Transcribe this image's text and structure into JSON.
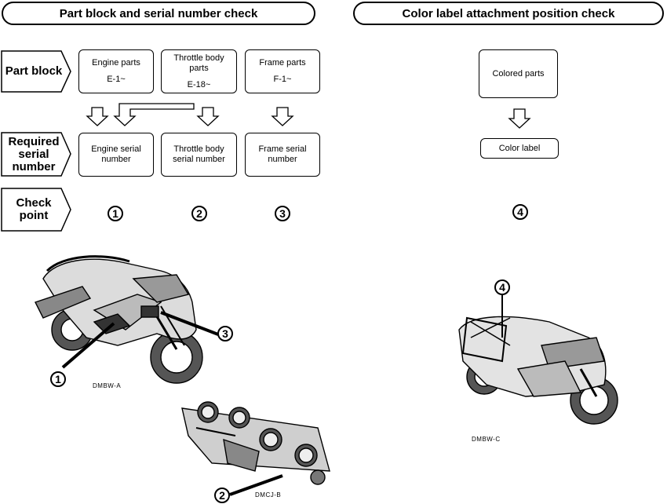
{
  "headers": {
    "left": "Part block and serial number check",
    "right": "Color label attachment position check"
  },
  "row_labels": {
    "part_block": "Part block",
    "required_line1": "Required",
    "required_line2": "serial",
    "required_line3": "number",
    "check_line1": "Check",
    "check_line2": "point"
  },
  "part_blocks": {
    "engine": {
      "title": "Engine parts",
      "code": "E-1~"
    },
    "throttle": {
      "title_line1": "Throttle body",
      "title_line2": "parts",
      "code": "E-18~"
    },
    "frame": {
      "title": "Frame parts",
      "code": "F-1~"
    }
  },
  "serials": {
    "engine_line1": "Engine serial",
    "engine_line2": "number",
    "throttle_line1": "Throttle body",
    "throttle_line2": "serial number",
    "frame_line1": "Frame serial",
    "frame_line2": "number"
  },
  "color_check": {
    "colored_parts": "Colored parts",
    "color_label": "Color label"
  },
  "check_points": [
    "1",
    "2",
    "3",
    "4"
  ],
  "figure_codes": {
    "bike_left": "DMBW-A",
    "throttle": "DMCJ-B",
    "bike_right": "DMBW-C"
  }
}
